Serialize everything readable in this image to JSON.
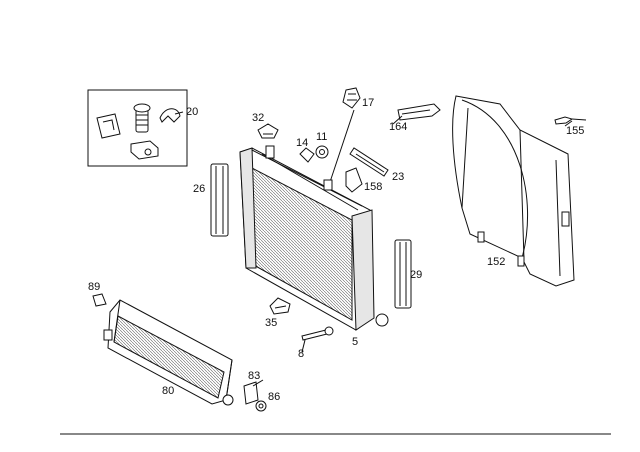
{
  "labels": {
    "l20": "20",
    "l17": "17",
    "l164": "164",
    "l155": "155",
    "l32": "32",
    "l14": "14",
    "l11": "11",
    "l23": "23",
    "l158": "158",
    "l26": "26",
    "l29": "29",
    "l152": "152",
    "l89": "89",
    "l35": "35",
    "l8": "8",
    "l5": "5",
    "l80": "80",
    "l83": "83",
    "l86": "86"
  }
}
